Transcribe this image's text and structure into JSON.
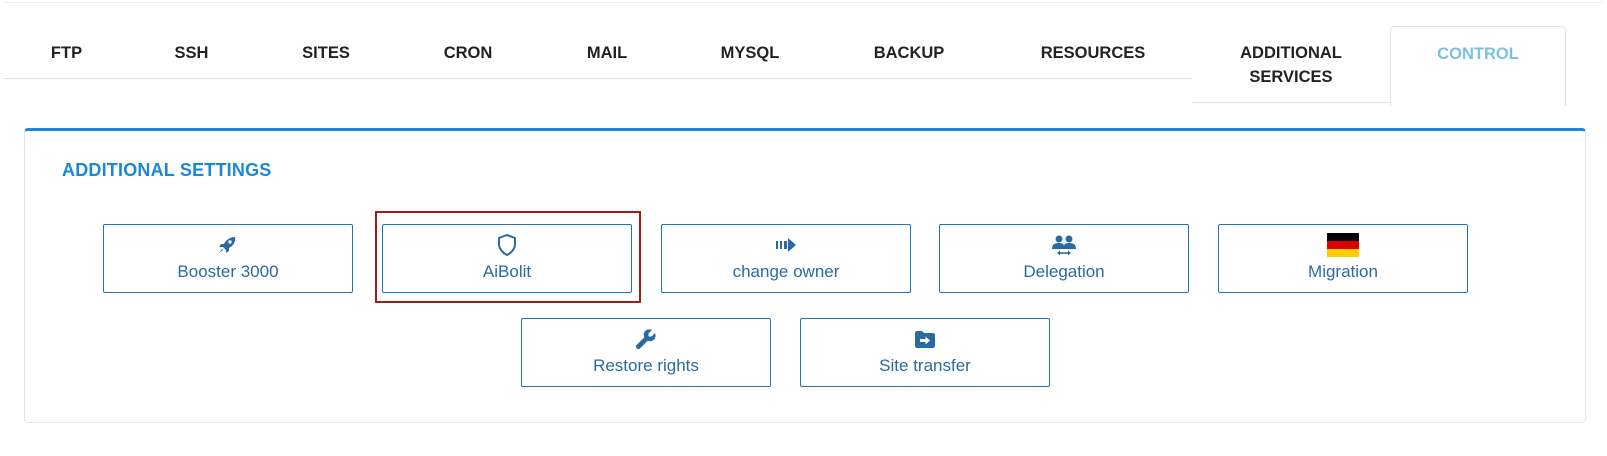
{
  "tabs": [
    {
      "label": "FTP",
      "active": false
    },
    {
      "label": "SSH",
      "active": false
    },
    {
      "label": "SITES",
      "active": false
    },
    {
      "label": "CRON",
      "active": false
    },
    {
      "label": "MAIL",
      "active": false
    },
    {
      "label": "MYSQL",
      "active": false
    },
    {
      "label": "BACKUP",
      "active": false
    },
    {
      "label": "RESOURCES",
      "active": false
    },
    {
      "label": "ADDITIONAL SERVICES",
      "active": false
    },
    {
      "label": "CONTROL",
      "active": true
    }
  ],
  "panel": {
    "title": "ADDITIONAL SETTINGS",
    "buttons": [
      {
        "label": "Booster 3000",
        "icon": "rocket-icon"
      },
      {
        "label": "AiBolit",
        "icon": "shield-icon"
      },
      {
        "label": "change owner",
        "icon": "transfer-arrow-icon"
      },
      {
        "label": "Delegation",
        "icon": "users-exchange-icon"
      },
      {
        "label": "Migration",
        "icon": "german-flag-icon"
      },
      {
        "label": "Restore rights",
        "icon": "wrench-icon"
      },
      {
        "label": "Site transfer",
        "icon": "folder-arrow-icon"
      }
    ]
  },
  "colors": {
    "accent": "#1a88d4",
    "active_tab": "#7cbfe6",
    "button_border": "#1f74b3",
    "button_text": "#2b6aa1",
    "highlight": "#a31a1a",
    "flag_black": "#000000",
    "flag_red": "#dd0000",
    "flag_gold": "#ffce00"
  }
}
